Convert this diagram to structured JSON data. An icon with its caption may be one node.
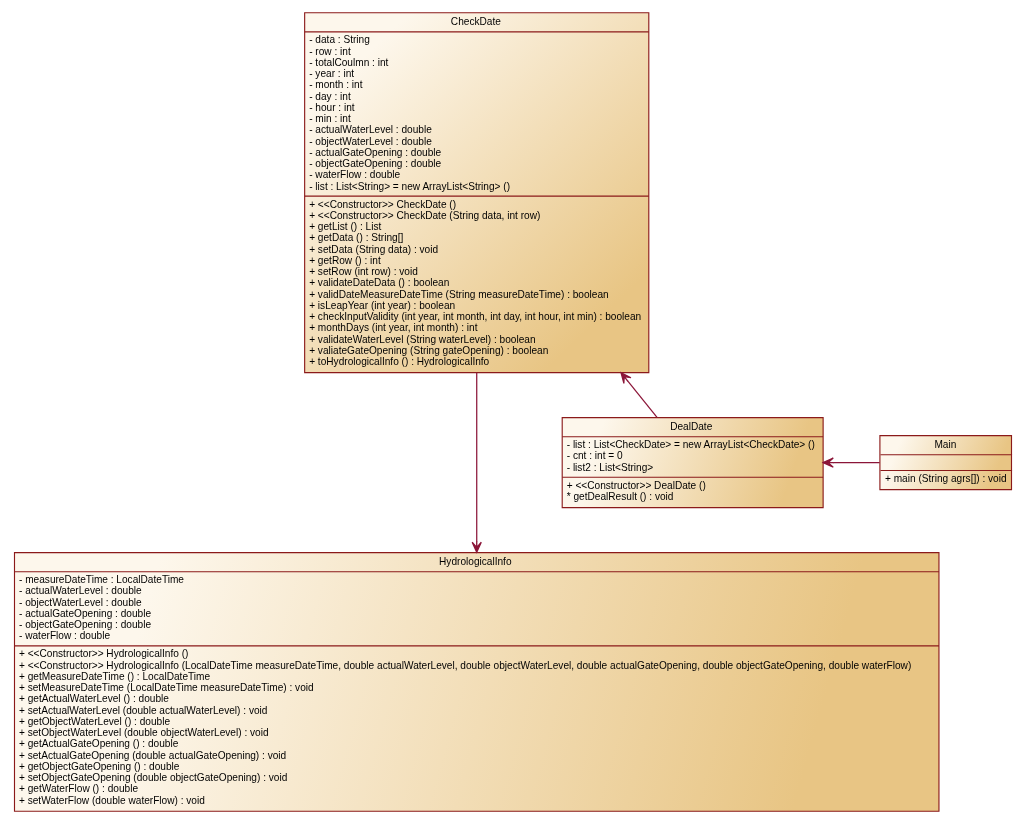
{
  "diagram": {
    "nodes": [
      {
        "text": [
          "CheckDate",
          "- data : String",
          "- row : int",
          "- totalCoulmn : int",
          "- year : int",
          "- month : int",
          "- day : int",
          "- hour : int",
          "- min : int",
          "- actualWaterLevel : double",
          "- objectWaterLevel : double",
          "- actualGateOpening : double",
          "- objectGateOpening : double",
          "- waterFlow : double",
          "- list : List<String> = new ArrayList<String> ()",
          "+ <<Constructor>> CheckDate ()",
          "+ <<Constructor>> CheckDate (String data, int row)",
          "+ getList () : List",
          "+ getData () : String[]",
          "+ setData (String data) : void",
          "+ getRow () : int",
          "+ setRow (int row) : void",
          "+ validateDateData () : boolean",
          "+ validDateMeasureDateTime (String measureDateTime) : boolean",
          "+ isLeapYear (int year) : boolean",
          "+ checkInputValidity (int year, int month, int day, int hour, int min) : boolean",
          "+ monthDays (int year, int month) : int",
          "+ validateWaterLevel (String waterLevel) : boolean",
          "+ valiateGateOpening (String gateOpening) : boolean",
          "+ toHydrologicalInfo () : HydrologicalInfo"
        ]
      },
      {
        "text": [
          "DealDate",
          "- list : List<CheckDate> = new ArrayList<CheckDate> ()",
          "- cnt : int = 0",
          "- list2 : List<String>",
          "+ <<Constructor>> DealDate ()",
          "* getDealResult () : void"
        ]
      },
      {
        "text": [
          "Main",
          "+ main (String agrs[]) : void"
        ]
      },
      {
        "text": [
          "HydrologicalInfo",
          "- measureDateTime : LocalDateTime",
          "- actualWaterLevel : double",
          "- objectWaterLevel : double",
          "- actualGateOpening : double",
          "- objectGateOpening : double",
          "- waterFlow : double",
          "+ <<Constructor>> HydrologicalInfo ()",
          "+ <<Constructor>> HydrologicalInfo (LocalDateTime measureDateTime, double actualWaterLevel, double objectWaterLevel, double actualGateOpening, double objectGateOpening, double waterFlow)",
          "+ getMeasureDateTime () : LocalDateTime",
          "+ setMeasureDateTime (LocalDateTime measureDateTime) : void",
          "+ getActualWaterLevel () : double",
          "+ setActualWaterLevel (double actualWaterLevel) : void",
          "+ getObjectWaterLevel () : double",
          "+ setObjectWaterLevel (double objectWaterLevel) : void",
          "+ getActualGateOpening () : double",
          "+ setActualGateOpening (double actualGateOpening) : void",
          "+ getObjectGateOpening () : double",
          "+ setObjectGateOpening (double objectGateOpening) : void",
          "+ getWaterFlow () : double",
          "+ setWaterFlow (double waterFlow) : void"
        ]
      }
    ],
    "edges": [
      {
        "from": 0,
        "to": 3,
        "arrow": "to"
      },
      {
        "from": 1,
        "to": 0,
        "arrow": "to"
      },
      {
        "from": 2,
        "to": 1,
        "arrow": "to"
      }
    ]
  }
}
